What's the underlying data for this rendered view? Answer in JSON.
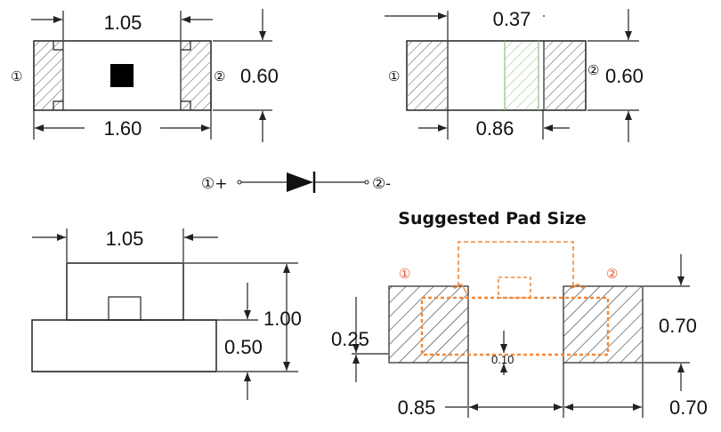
{
  "top_view_1": {
    "width_inner": "1.05",
    "width_total": "1.60",
    "height": "0.60",
    "pin1": "①",
    "pin2": "②"
  },
  "top_view_2": {
    "width_gap": "0.37",
    "width_mid": "0.86",
    "height": "0.60",
    "pin1": "①",
    "pin2": "②"
  },
  "symbol": {
    "pin1_label": "①+",
    "pin2_label": "②-"
  },
  "side_view": {
    "top_width": "1.05",
    "total_height": "1.00",
    "base_height": "0.50"
  },
  "pad_view": {
    "title": "Suggested Pad Size",
    "pin1": "①",
    "pin2": "②",
    "pad_offset": "0.25",
    "gap_small": "0.10",
    "pad_height": "0.70",
    "span": "0.85",
    "pad_width": "0.70"
  },
  "colors": {
    "outline": "#222222",
    "hatch": "#555555",
    "green_hatch": "#8fbf7f",
    "dashed_orange": "#f08a3c",
    "pin_red": "#e8572a"
  }
}
